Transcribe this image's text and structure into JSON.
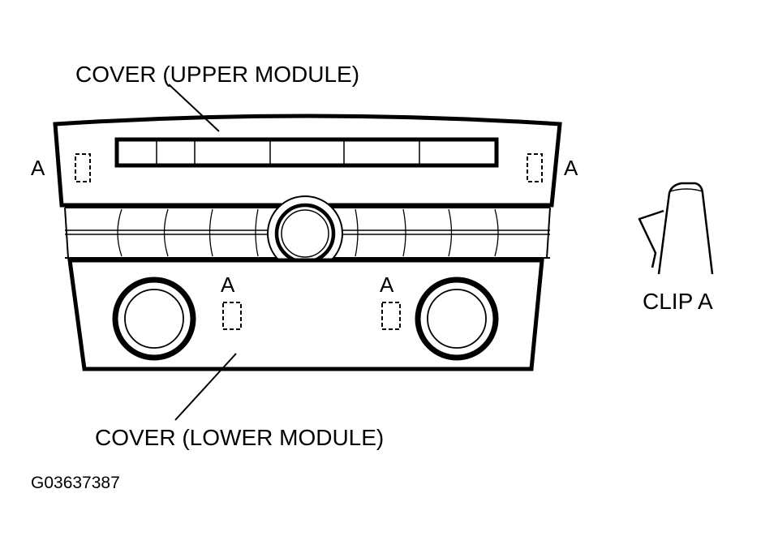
{
  "labels": {
    "upper_cover": "COVER (UPPER MODULE)",
    "lower_cover": "COVER (LOWER MODULE)",
    "clip_marker": "A",
    "clip_caption": "CLIP A",
    "figure_id": "G03637387"
  },
  "colors": {
    "ink": "#000000",
    "paper": "#ffffff"
  }
}
